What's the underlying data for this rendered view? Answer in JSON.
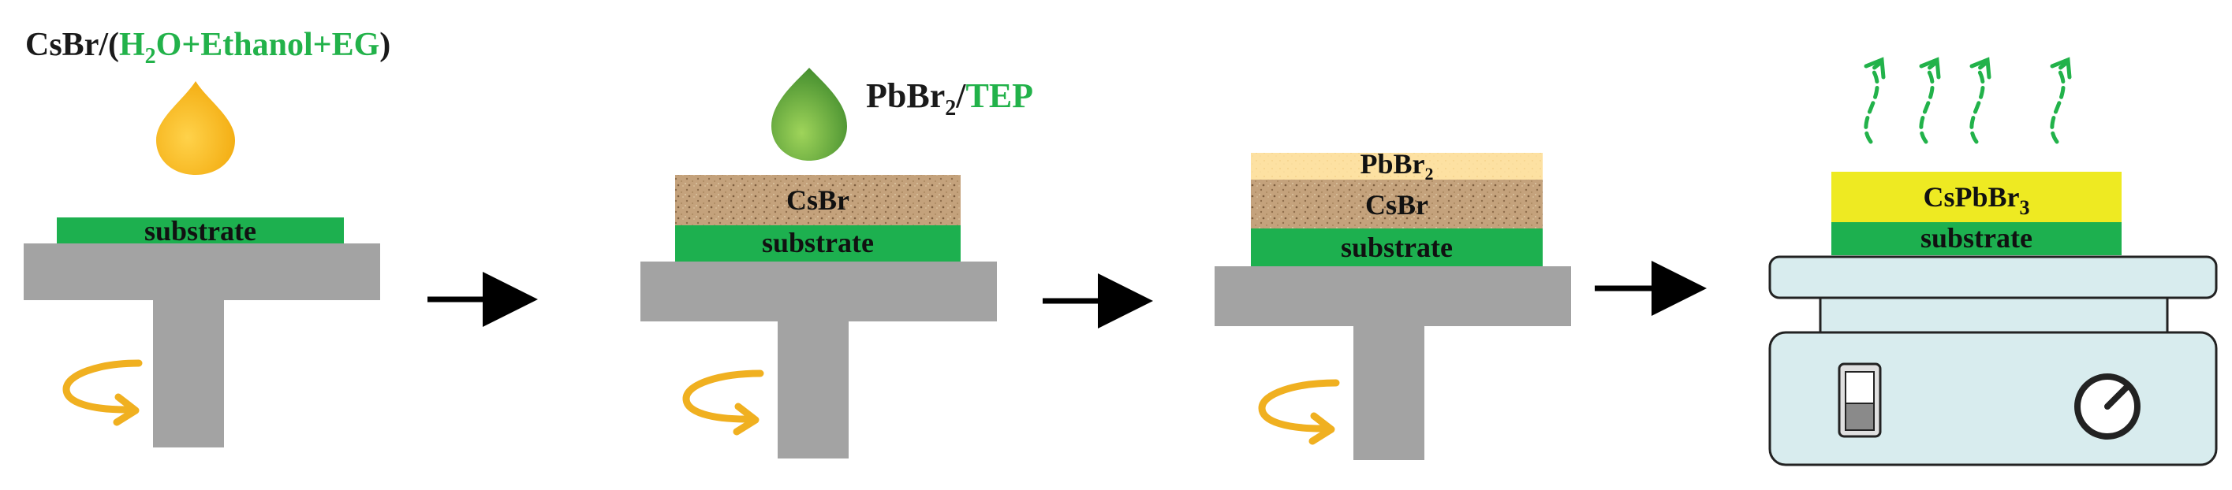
{
  "colors": {
    "substrate": "#1db04f",
    "spinner": "#a3a3a3",
    "drop_yellow": "#f5b619",
    "drop_green": "#4f9a35",
    "pbbr2_layer": "#fde3a6",
    "cspbbr3_layer": "#eeea22",
    "csbr_layer": "#c2a07a",
    "arrow_rot": "#f0b020",
    "hotplate": "#d8ecee",
    "vapor": "#22b24a",
    "process_arrow": "#000000",
    "label_green": "#22b24a",
    "label_black": "#1a1a1a"
  },
  "icons": [
    "droplet-icon",
    "rotation-arrow-icon",
    "process-arrow-icon",
    "vapor-arrow-icon",
    "switch-icon",
    "dial-icon"
  ],
  "steps": [
    {
      "solution": {
        "solute": "CsBr",
        "sep": "/(",
        "solvent_1_base": "H",
        "solvent_1_sub": "2",
        "solvent_1_rest": "O+Ethanol+EG",
        "close": ")"
      },
      "layers": [
        "substrate"
      ]
    },
    {
      "solution": {
        "solute_base": "PbBr",
        "solute_sub": "2",
        "sep": "/",
        "solvent": "TEP"
      },
      "layers": [
        "substrate",
        "CsBr"
      ]
    },
    {
      "layers": [
        "substrate",
        "CsBr",
        "PbBr2"
      ],
      "layer_pbbr2_base": "PbBr",
      "layer_pbbr2_sub": "2"
    },
    {
      "layers": [
        "substrate",
        "CsPbBr3"
      ],
      "layer_product_base": "CsPbBr",
      "layer_product_sub": "3"
    }
  ]
}
